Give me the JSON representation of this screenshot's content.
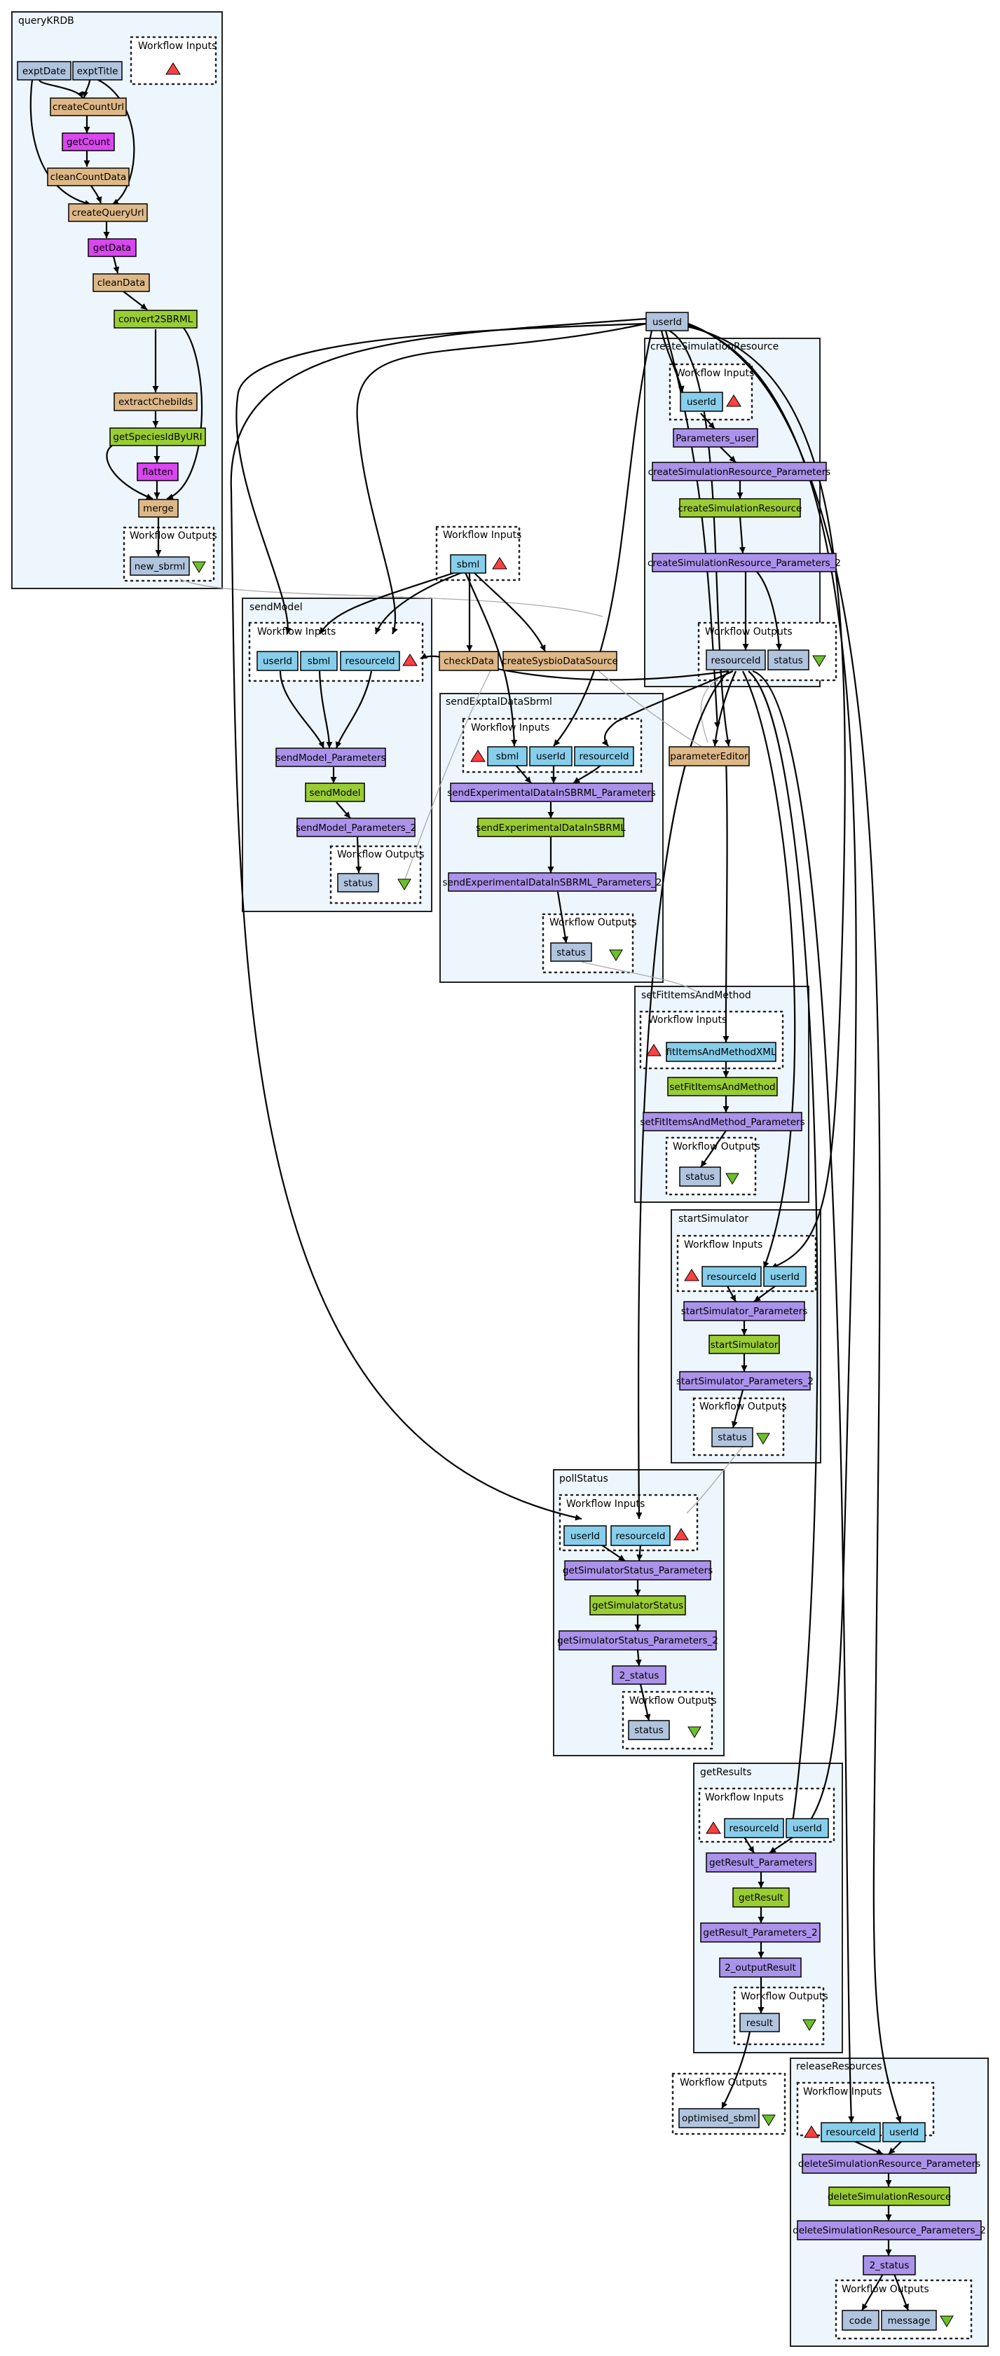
{
  "clusters": {
    "queryKRDB": "queryKRDB",
    "sendModel": "sendModel",
    "createSimulationResource": "createSimulationResource",
    "sendExptalDataSbrml": "sendExptalDataSbrml",
    "setFitItemsAndMethod": "setFitItemsAndMethod",
    "startSimulator": "startSimulator",
    "pollStatus": "pollStatus",
    "getResults": "getResults",
    "releaseResources": "releaseResources"
  },
  "subgraph_labels": {
    "workflow_inputs": "Workflow Inputs",
    "workflow_outputs": "Workflow Outputs"
  },
  "nodes": {
    "q_exptDate": "exptDate",
    "q_exptTitle": "exptTitle",
    "q_createCountUrl": "createCountUrl",
    "q_getCount": "getCount",
    "q_cleanCountData": "cleanCountData",
    "q_createQueryUrl": "createQueryUrl",
    "q_getData": "getData",
    "q_cleanData": "cleanData",
    "q_convert2SBRML": "convert2SBRML",
    "q_extractChebiIds": "extractChebiIds",
    "q_getSpeciesIdByURI": "getSpeciesIdByURI",
    "q_flatten": "flatten",
    "q_merge": "merge",
    "q_new_sbrml": "new_sbrml",
    "top_sbml": "sbml",
    "top_userId": "userId",
    "checkData": "checkData",
    "createSysbioDataSource": "createSysbioDataSource",
    "parameterEditor": "parameterEditor",
    "optimised_sbml": "optimised_sbml",
    "sm_userId": "userId",
    "sm_sbml": "sbml",
    "sm_resourceId": "resourceId",
    "sm_params": "sendModel_Parameters",
    "sm_sendModel": "sendModel",
    "sm_params2": "sendModel_Parameters_2",
    "sm_status": "status",
    "csr_userId": "userId",
    "csr_params_user": "Parameters_user",
    "csr_params": "createSimulationResource_Parameters",
    "csr_create": "createSimulationResource",
    "csr_params2": "createSimulationResource_Parameters_2",
    "csr_resourceId": "resourceId",
    "csr_status": "status",
    "se_sbml": "sbml",
    "se_userId": "userId",
    "se_resourceId": "resourceId",
    "se_params": "sendExperimentalDataInSBRML_Parameters",
    "se_send": "sendExperimentalDataInSBRML",
    "se_params2": "sendExperimentalDataInSBRML_Parameters_2",
    "se_status": "status",
    "sf_xml": "fitItemsAndMethodXML",
    "sf_set": "setFitItemsAndMethod",
    "sf_params": "setFitItemsAndMethod_Parameters",
    "sf_status": "status",
    "ss_resourceId": "resourceId",
    "ss_userId": "userId",
    "ss_params": "startSimulator_Parameters",
    "ss_start": "startSimulator",
    "ss_params2": "startSimulator_Parameters_2",
    "ss_status": "status",
    "ps_userId": "userId",
    "ps_resourceId": "resourceId",
    "ps_params": "getSimulatorStatus_Parameters",
    "ps_get": "getSimulatorStatus",
    "ps_params2": "getSimulatorStatus_Parameters_2",
    "ps_2status": "2_status",
    "ps_status": "status",
    "gr_resourceId": "resourceId",
    "gr_userId": "userId",
    "gr_params": "getResult_Parameters",
    "gr_get": "getResult",
    "gr_params2": "getResult_Parameters_2",
    "gr_2out": "2_outputResult",
    "gr_result": "result",
    "rr_resourceId": "resourceId",
    "rr_userId": "userId",
    "rr_params": "deleteSimulationResource_Parameters",
    "rr_delete": "deleteSimulationResource",
    "rr_params2": "deleteSimulationResource_Parameters_2",
    "rr_2status": "2_status",
    "rr_code": "code",
    "rr_message": "message"
  },
  "colors": {
    "cluster_fill": "#eef6fd",
    "input_port": "#87ceeb",
    "output_port": "#b0c4de",
    "beanshell": "#deb887",
    "rest_service": "#9acd32",
    "xml_splitter": "#ab92ea",
    "local_worker": "#da46f0",
    "input_triangle": "#ff4040",
    "output_triangle": "#6cc02b"
  }
}
